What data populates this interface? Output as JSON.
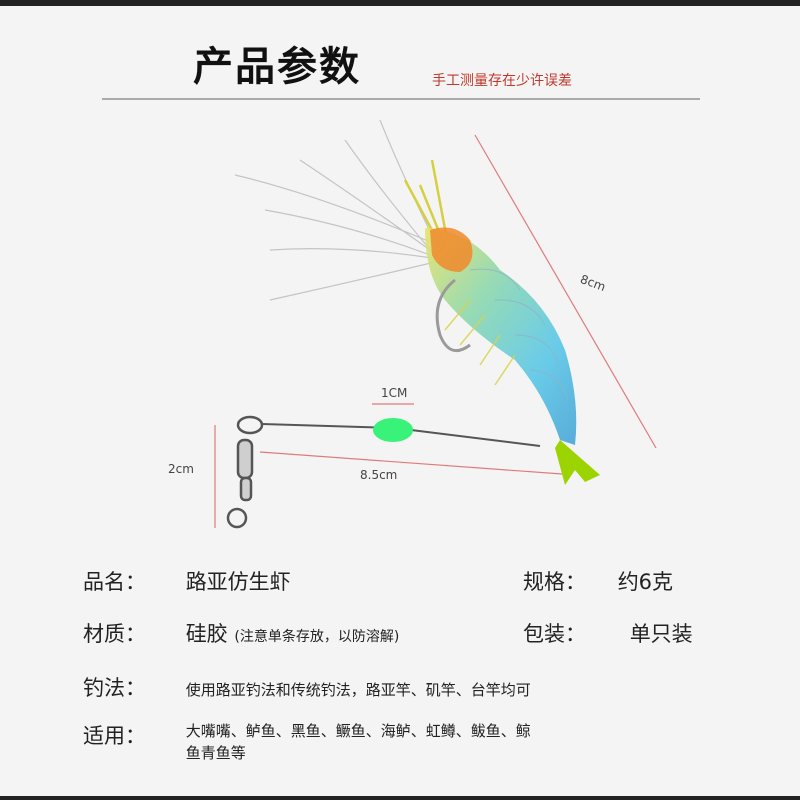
{
  "header": {
    "title": "产品参数",
    "subtitle": "手工测量存在少许误差"
  },
  "dimensions": {
    "length": "8cm",
    "bead": "1CM",
    "rig_length": "8.5cm",
    "swivel_height": "2cm"
  },
  "specs": {
    "name_key": "品名：",
    "name_val": "路亚仿生虾",
    "size_key": "规格：",
    "size_val": "约6克",
    "material_key": "材质：",
    "material_val": "硅胶",
    "material_note": "(注意单条存放，以防溶解)",
    "package_key": "包装：",
    "package_val": "单只装",
    "method_key": "钓法：",
    "method_val": "使用路亚钓法和传统钓法，路亚竿、矶竿、台竿均可",
    "target_key": "适用：",
    "target_val_1": "大嘴嘴、鲈鱼、黑鱼、鳜鱼、海鲈、虹鳟、鲅鱼、鲸",
    "target_val_2": "鱼青鱼等"
  },
  "colors": {
    "accent": "#c0392b",
    "bead": "#39f27a",
    "shrimp_tail": "#9bd400",
    "shrimp_body": "#5ec8e8"
  }
}
